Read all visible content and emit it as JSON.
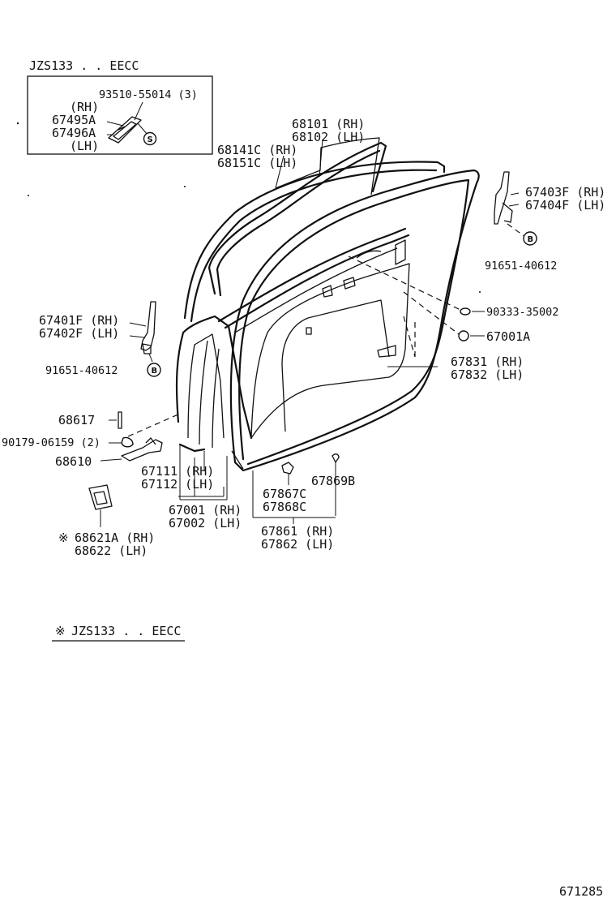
{
  "inset": {
    "title": "JZS133 . . EECC",
    "labels": {
      "screw": "93510-55014 (3)",
      "rh": "(RH)",
      "part_rh": "67495A",
      "part_lh": "67496A",
      "lh": "(LH)"
    },
    "badge_s": "S"
  },
  "labels": {
    "p68101": "68101 (RH)",
    "p68102": "68102 (LH)",
    "p68141c": "68141C (RH)",
    "p68151c": "68151C (LH)",
    "p67403f": "67403F (RH)",
    "p67404f": "67404F (LH)",
    "p91651_upper": "91651-40612",
    "p90333": "90333-35002",
    "p67001a": "67001A",
    "p67401f": "67401F (RH)",
    "p67402f": "67402F (LH)",
    "p91651_left": "91651-40612",
    "p67831": "67831 (RH)",
    "p67832": "67832 (LH)",
    "p68617": "68617",
    "p90179": "90179-06159 (2)",
    "p68610": "68610",
    "p67111": "67111 (RH)",
    "p67112": "67112 (LH)",
    "p67869b": "67869B",
    "p67867c": "67867C",
    "p67868c": "67868C",
    "p67001": "67001 (RH)",
    "p67002": "67002 (LH)",
    "p67861": "67861 (RH)",
    "p67862": "67862 (LH)",
    "p68621a": "68621A (RH)",
    "p68622": "68622  (LH)",
    "note_mark": "※",
    "footnote": "JZS133 . . EECC",
    "diagram_code": "671285"
  },
  "badge_b": "B"
}
